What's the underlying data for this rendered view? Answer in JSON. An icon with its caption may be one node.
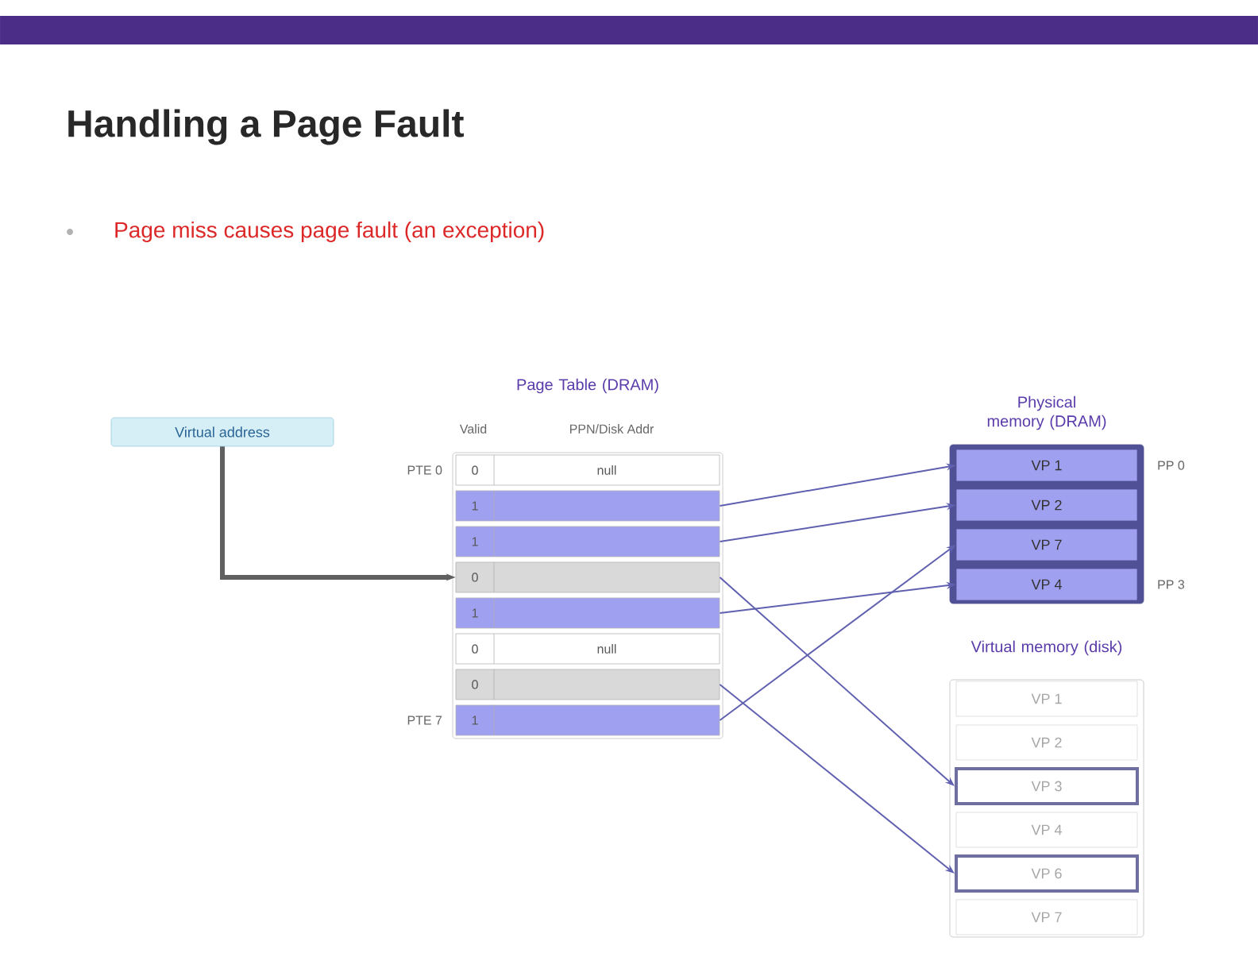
{
  "diagram": {
    "title": "Handling a Page Fault",
    "nodes": [
      {
        "text": [
          "Virtual address"
        ]
      },
      {
        "text": [
          "Page Table (DRAM)"
        ]
      },
      {
        "text": [
          "0",
          "null"
        ],
        "in": 1
      },
      {
        "text": [
          "1"
        ],
        "in": 1
      },
      {
        "text": [
          "1"
        ],
        "in": 1
      },
      {
        "text": [
          "0"
        ],
        "in": 1
      },
      {
        "text": [
          "1"
        ],
        "in": 1
      },
      {
        "text": [
          "0",
          "null"
        ],
        "in": 1
      },
      {
        "text": [
          "0"
        ],
        "in": 1
      },
      {
        "text": [
          "1"
        ],
        "in": 1
      },
      {
        "text": [
          "Physical memory (DRAM)"
        ]
      },
      {
        "text": [
          "VP 1"
        ],
        "in": 10
      },
      {
        "text": [
          "VP 2"
        ],
        "in": 10
      },
      {
        "text": [
          "VP 7"
        ],
        "in": 10
      },
      {
        "text": [
          "VP 4"
        ],
        "in": 10
      },
      {
        "text": [
          "Virtual memory (disk)"
        ]
      },
      {
        "text": [
          "VP 1"
        ],
        "in": 15
      },
      {
        "text": [
          "VP 2"
        ],
        "in": 15
      },
      {
        "text": [
          "VP 3"
        ],
        "in": 15
      },
      {
        "text": [
          "VP 4"
        ],
        "in": 15
      },
      {
        "text": [
          "VP 6"
        ],
        "in": 15
      },
      {
        "text": [
          "VP 7"
        ],
        "in": 15
      }
    ],
    "edges": [
      {
        "from": 0,
        "to": 5,
        "arrow": "to",
        "style": "thick",
        "color": "#606060"
      },
      {
        "from": 3,
        "to": 11,
        "arrow": "to"
      },
      {
        "from": 4,
        "to": 12,
        "arrow": "to"
      },
      {
        "from": 9,
        "to": 13,
        "arrow": "to"
      },
      {
        "from": 6,
        "to": 14,
        "arrow": "to"
      },
      {
        "from": 5,
        "to": 18,
        "arrow": "to"
      },
      {
        "from": 8,
        "to": 20,
        "arrow": "to"
      }
    ],
    "labels": [
      "Page miss causes page fault (an exception)",
      "Valid",
      "PPN/Disk Addr",
      "PTE 0",
      "PTE 7",
      "PP 0",
      "PP 3"
    ]
  }
}
